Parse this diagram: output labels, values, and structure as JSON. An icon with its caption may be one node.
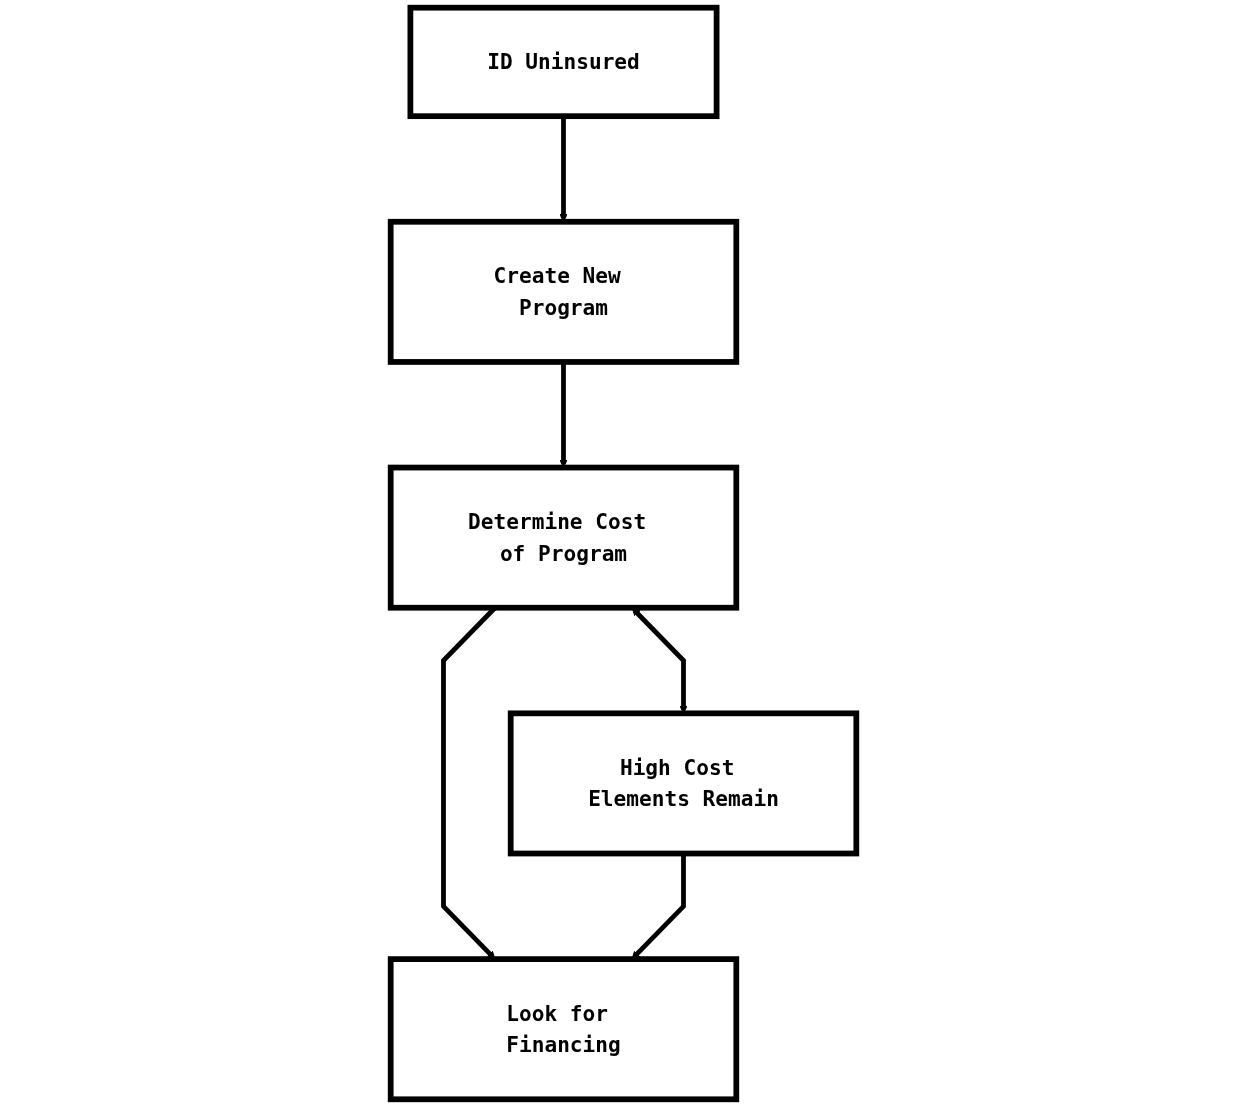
{
  "diagram": {
    "nodes": [
      {
        "text": [
          "ID Uninsured"
        ]
      },
      {
        "text": [
          "Create New Program"
        ]
      },
      {
        "text": [
          "Determine Cost of Program"
        ]
      },
      {
        "text": [
          "High Cost Elements Remain"
        ]
      },
      {
        "text": [
          "Look for Financing"
        ]
      }
    ],
    "edges": [
      {
        "from": 0,
        "to": 1,
        "arrow": "to"
      },
      {
        "from": 1,
        "to": 2,
        "arrow": "to"
      },
      {
        "from": 2,
        "to": 3,
        "arrow": "both"
      },
      {
        "from": 2,
        "to": 4,
        "arrow": "to"
      },
      {
        "from": 3,
        "to": 4,
        "arrow": "to"
      }
    ]
  }
}
